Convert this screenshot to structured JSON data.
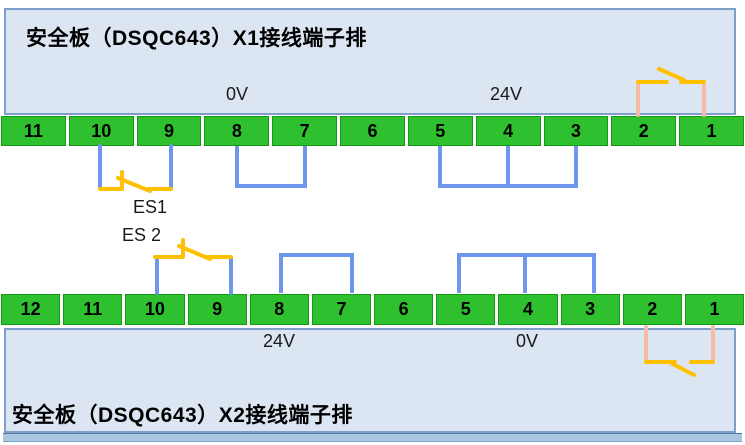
{
  "diagram": {
    "x1": {
      "title": "安全板（DSQC643）X1接线端子排",
      "label_0v": "0V",
      "label_24v": "24V",
      "terminals": [
        "11",
        "10",
        "9",
        "8",
        "7",
        "6",
        "5",
        "4",
        "3",
        "2",
        "1"
      ]
    },
    "x2": {
      "title": "安全板（DSQC643）X2接线端子排",
      "label_24v": "24V",
      "label_0v": "0V",
      "terminals": [
        "12",
        "11",
        "10",
        "9",
        "8",
        "7",
        "6",
        "5",
        "4",
        "3",
        "2",
        "1"
      ]
    },
    "switches": {
      "es1_label": "ES1",
      "es2_label": "ES 2"
    },
    "colors": {
      "terminal_green": "#2ec02e",
      "wire_blue": "#6d96ec",
      "switch_orange": "#ffc000",
      "switch_leg_pink": "#f6bba6",
      "panel_fill": "#dbe6f2",
      "panel_border": "#7e9fc9"
    }
  }
}
